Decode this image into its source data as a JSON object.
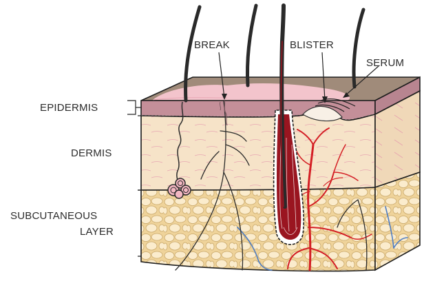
{
  "labels": {
    "break": "BREAK",
    "blister": "BLISTER",
    "serum": "SERUM",
    "epidermis": "EPIDERMIS",
    "dermis": "DERMIS",
    "subcutaneous_line1": "SUBCUTANEOUS",
    "subcutaneous_line2": "LAYER"
  },
  "colors": {
    "epidermis_top": "#a08b7a",
    "epidermis_surface_pink": "#f3c4cc",
    "epidermis_band": "#c48f99",
    "dermis": "#f5e1c6",
    "subcutaneous": "#f4dcaa",
    "fat_cells": "#fbeccd",
    "blood_vessel": "#d41e24",
    "vein": "#4c7cc4",
    "hair": "#2a2a2a",
    "follicle": "#9a1520"
  }
}
